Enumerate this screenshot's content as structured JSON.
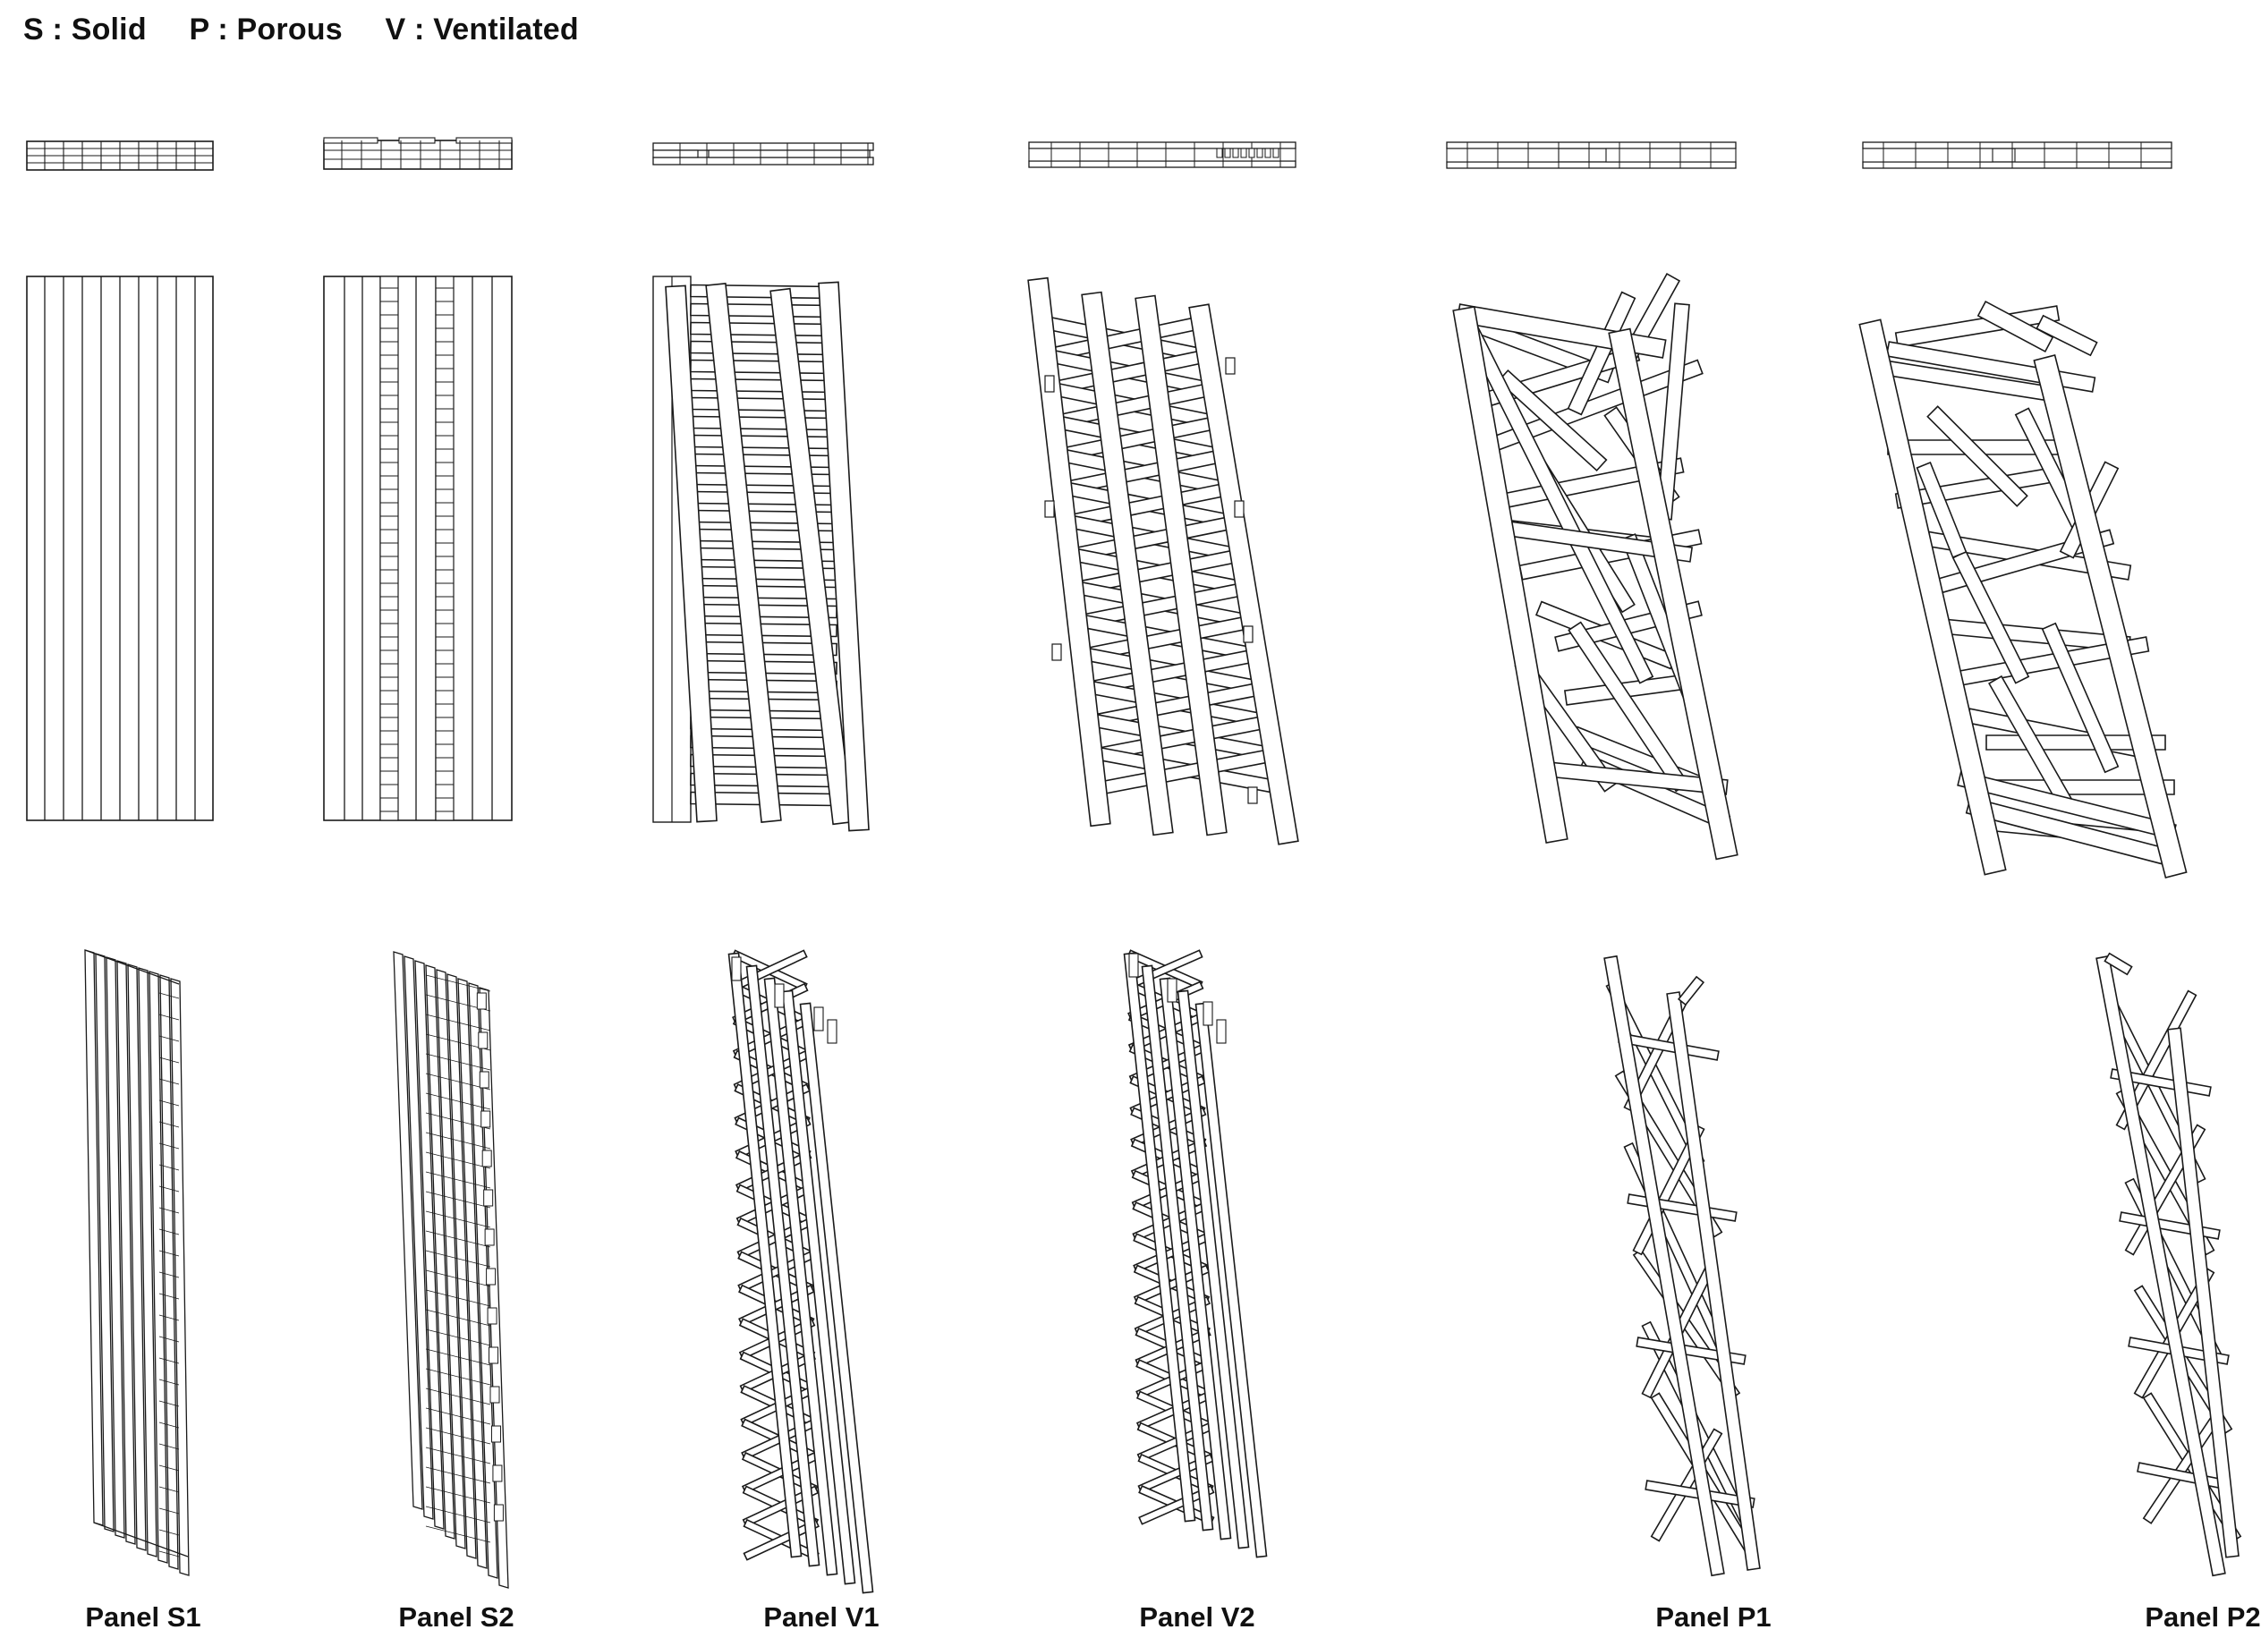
{
  "legend": {
    "solid": "S : Solid",
    "porous": "P : Porous",
    "ventilated": "V : Ventilated"
  },
  "panels": [
    {
      "id": "S1",
      "label": "Panel S1",
      "type": "solid"
    },
    {
      "id": "S2",
      "label": "Panel S2",
      "type": "solid"
    },
    {
      "id": "V1",
      "label": "Panel V1",
      "type": "ventilated"
    },
    {
      "id": "V2",
      "label": "Panel V2",
      "type": "ventilated"
    },
    {
      "id": "P1",
      "label": "Panel P1",
      "type": "porous"
    },
    {
      "id": "P2",
      "label": "Panel P2",
      "type": "porous"
    }
  ],
  "line_color": "#1a1a1a"
}
